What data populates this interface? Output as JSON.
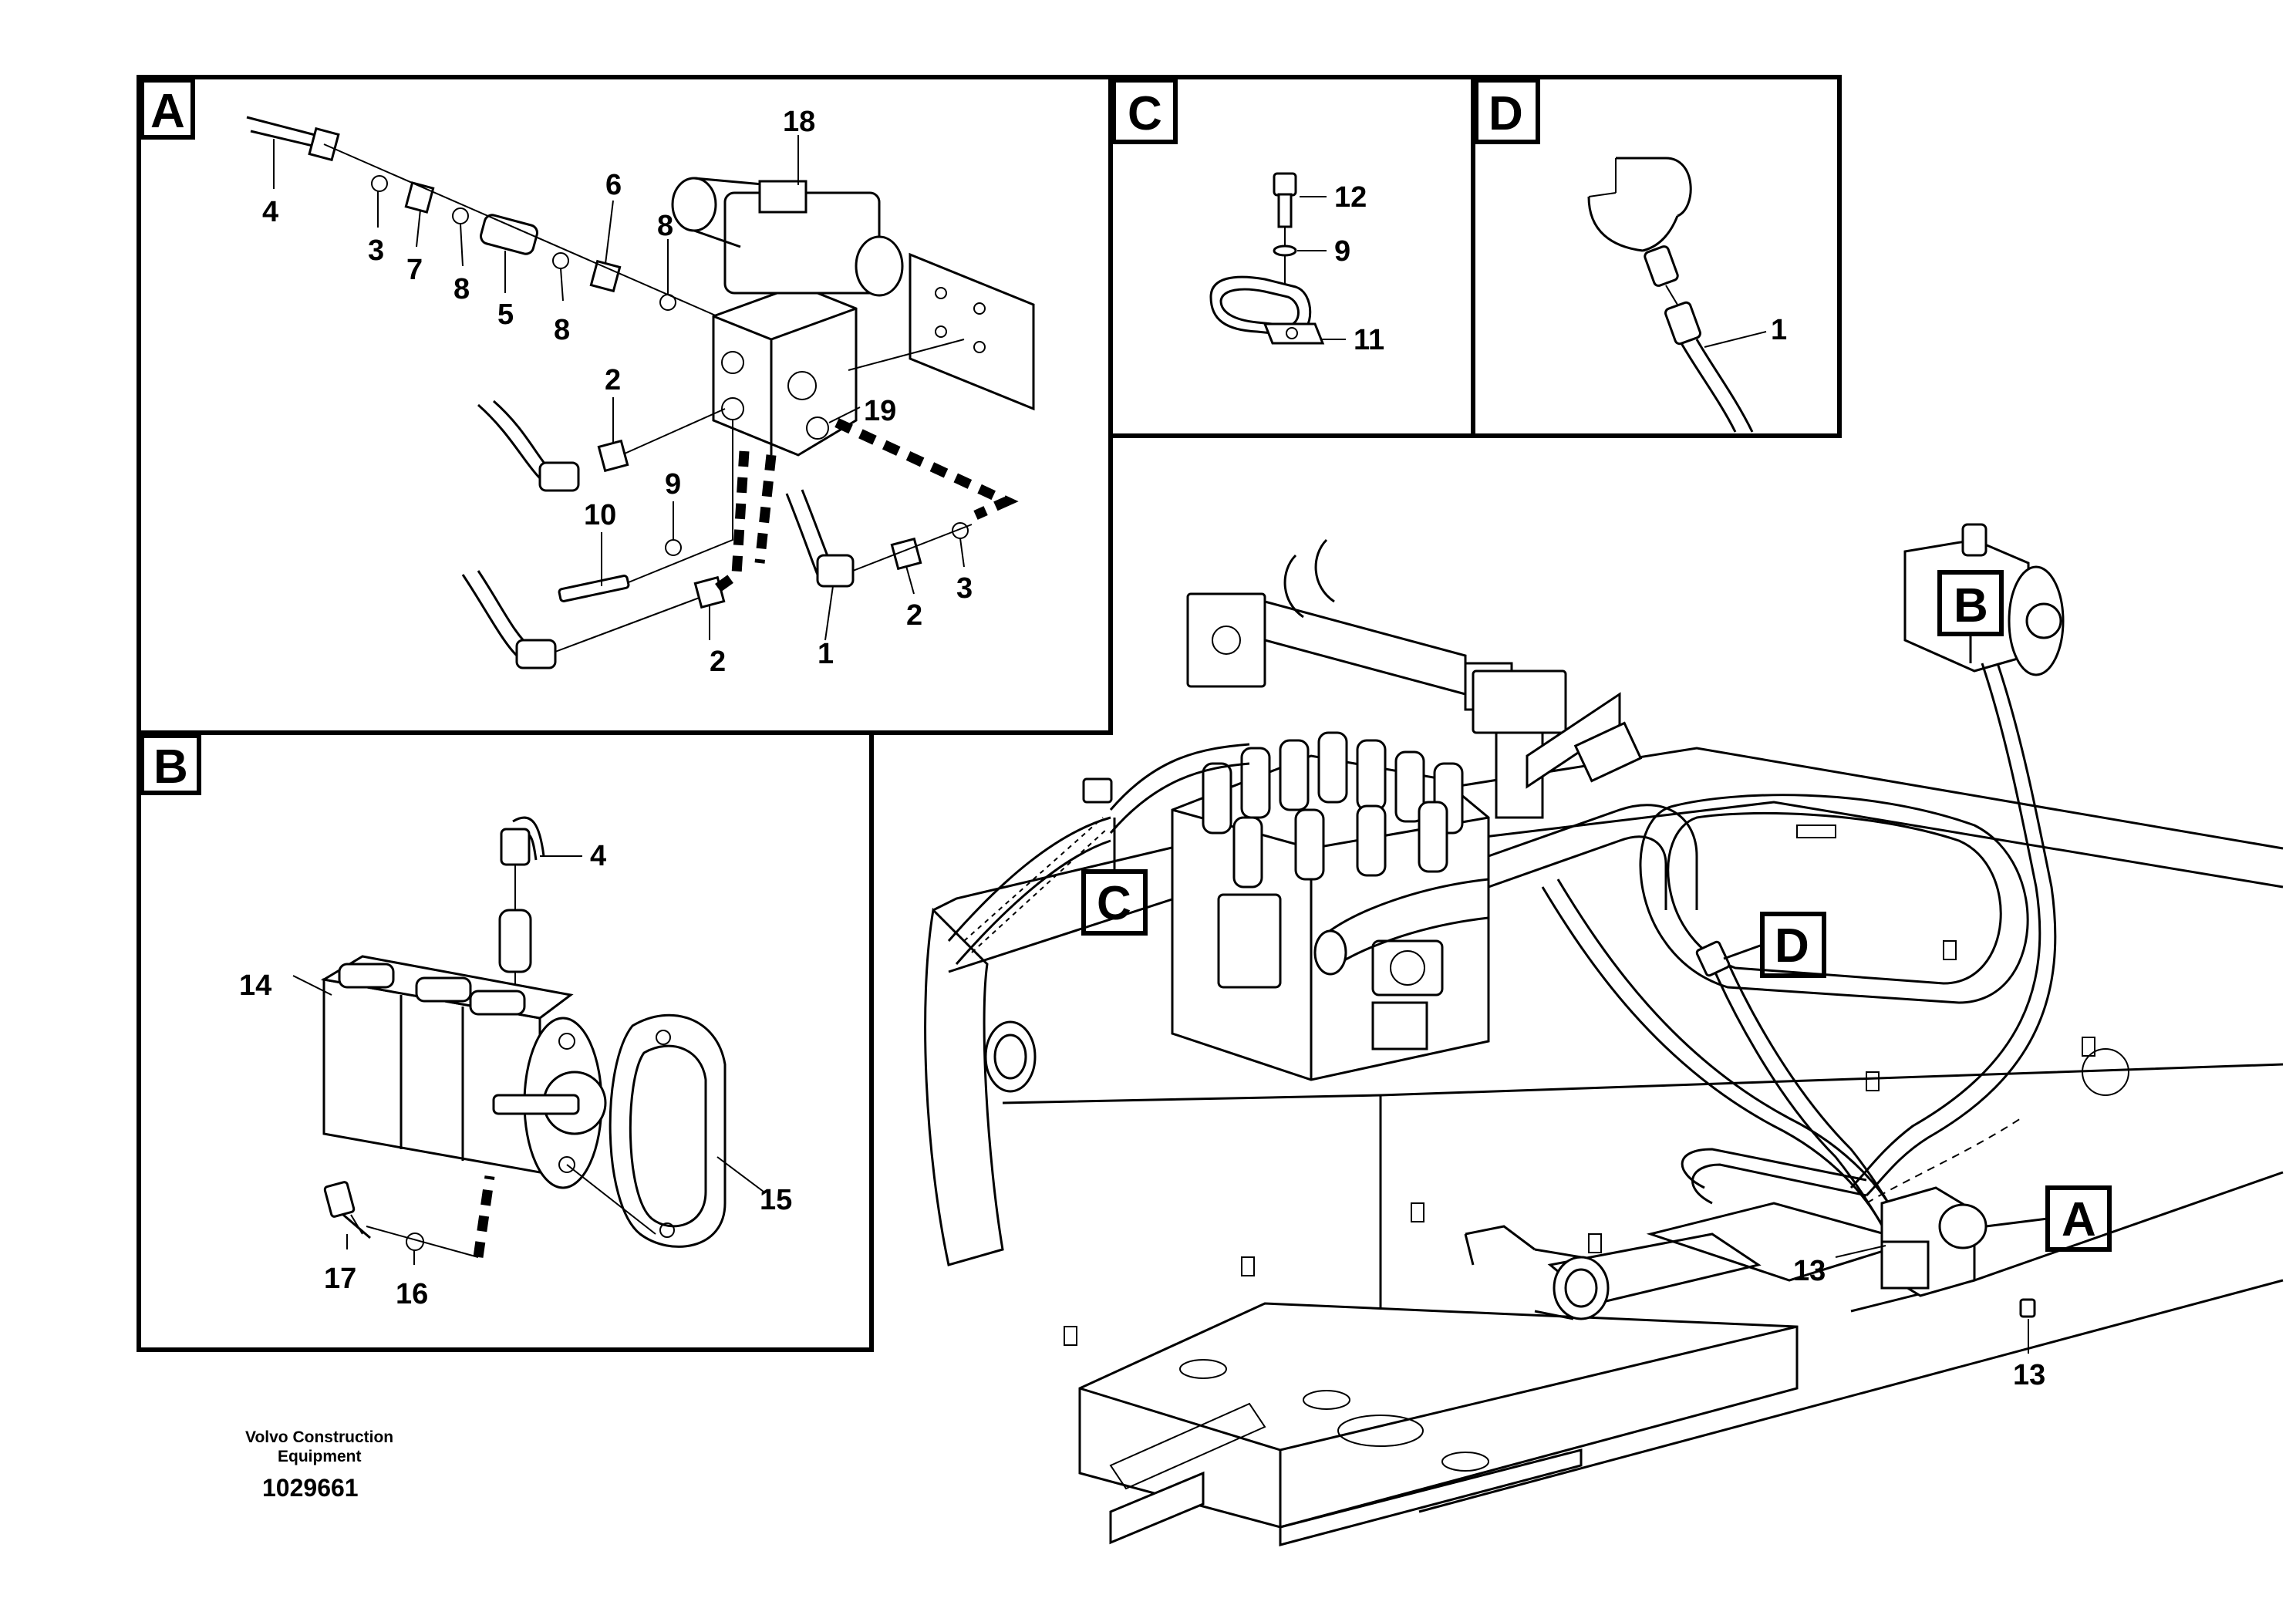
{
  "panels": {
    "A": "A",
    "B": "B",
    "C": "C",
    "D": "D"
  },
  "callouts_A": {
    "p4": "4",
    "p3a": "3",
    "p7": "7",
    "p8a": "8",
    "p5": "5",
    "p8b": "8",
    "p6": "6",
    "p8c": "8",
    "p18": "18",
    "p19": "19",
    "p2a": "2",
    "p9": "9",
    "p10": "10",
    "p2b": "2",
    "p1": "1",
    "p2c": "2",
    "p3b": "3"
  },
  "callouts_B": {
    "p4": "4",
    "p14": "14",
    "p15": "15",
    "p17": "17",
    "p16": "16"
  },
  "callouts_C": {
    "p12": "12",
    "p9": "9",
    "p11": "11"
  },
  "callouts_D": {
    "p1": "1"
  },
  "callouts_main": {
    "p13a": "13",
    "p13b": "13"
  },
  "main_labels": {
    "A": "A",
    "B": "B",
    "C": "C",
    "D": "D"
  },
  "footer": {
    "company_line1": "Volvo Construction",
    "company_line2": "Equipment",
    "drawing_number": "1029661"
  }
}
